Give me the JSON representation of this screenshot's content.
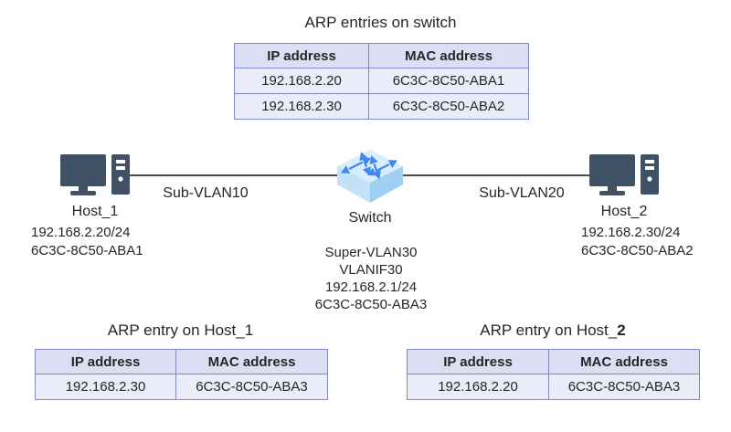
{
  "colors": {
    "table_border": "#7f89c6",
    "table_header_bg": "#dcdff4",
    "table_row_bg": "#eaecf9",
    "host_icon": "#3e5165",
    "link_line": "#4c4c4c",
    "switch_top_face": "#d9edfc",
    "switch_left_face": "#c2e2fa",
    "switch_right_face": "#9fd0f4",
    "switch_arrows": "#3e88ef",
    "text": "#262626"
  },
  "tables": {
    "switch_arp": {
      "title": "ARP entries on switch",
      "headers": [
        "IP address",
        "MAC address"
      ],
      "rows": [
        [
          "192.168.2.20",
          "6C3C-8C50-ABA1"
        ],
        [
          "192.168.2.30",
          "6C3C-8C50-ABA2"
        ]
      ]
    },
    "host1_arp": {
      "title": "ARP entry on Host_1",
      "headers": [
        "IP address",
        "MAC address"
      ],
      "rows": [
        [
          "192.168.2.30",
          "6C3C-8C50-ABA3"
        ]
      ]
    },
    "host2_arp": {
      "title_prefix": "ARP entry on Host_",
      "title_suffix": "2",
      "headers": [
        "IP address",
        "MAC address"
      ],
      "rows": [
        [
          "192.168.2.20",
          "6C3C-8C50-ABA3"
        ]
      ]
    }
  },
  "nodes": {
    "host1": {
      "label": "Host_1",
      "ip": "192.168.2.20/24",
      "mac": "6C3C-8C50-ABA1"
    },
    "host2": {
      "label": "Host_2",
      "ip": "192.168.2.30/24",
      "mac": "6C3C-8C50-ABA2"
    },
    "switch": {
      "label": "Switch",
      "details": [
        "Super-VLAN30",
        "VLANIF30",
        "192.168.2.1/24",
        "6C3C-8C50-ABA3"
      ]
    }
  },
  "links": {
    "left_label": "Sub-VLAN10",
    "right_label": "Sub-VLAN20"
  }
}
